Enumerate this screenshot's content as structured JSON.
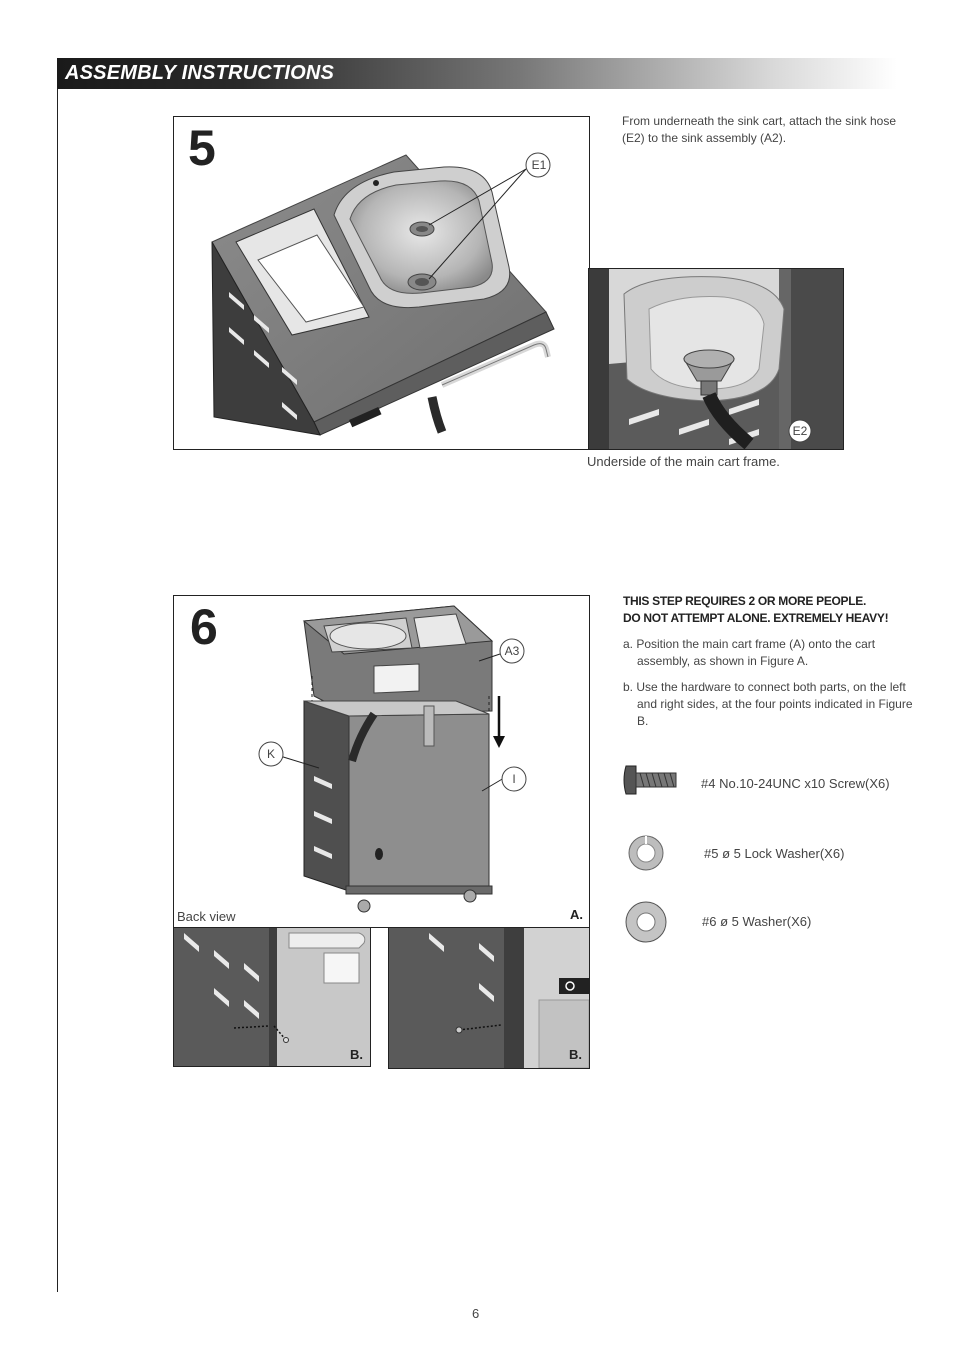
{
  "header": {
    "title": "ASSEMBLY INSTRUCTIONS"
  },
  "step5": {
    "number": "5",
    "instruction": "From underneath the sink cart, attach the sink hose (E2) to the sink assembly (A2).",
    "callout_main": "E1",
    "callout_detail": "E2",
    "detail_caption": "Underside of the main cart frame."
  },
  "step6": {
    "number": "6",
    "warning_line1": "THIS STEP REQUIRES 2 OR MORE PEOPLE.",
    "warning_line2": "DO NOT ATTEMPT ALONE. EXTREMELY HEAVY!",
    "instruction_a": "a. Position the main cart frame (A) onto the cart assembly, as shown in Figure A.",
    "instruction_b": "b. Use the hardware to connect both parts, on the left and right sides, at the four points indicated in Figure B.",
    "callout_a3": "A3",
    "callout_k": "K",
    "callout_i": "I",
    "view_label": "Back view",
    "fig_a_label": "A.",
    "fig_b_left_label": "B.",
    "fig_b_right_label": "B.",
    "hardware": [
      {
        "label": "#4 No.10-24UNC x10 Screw(X6)",
        "icon": "screw-icon"
      },
      {
        "label": "#5 ø 5 Lock Washer(X6)",
        "icon": "lock-washer-icon"
      },
      {
        "label": "#6 ø 5 Washer(X6)",
        "icon": "washer-icon"
      }
    ]
  },
  "footer": {
    "page_number": "6"
  }
}
